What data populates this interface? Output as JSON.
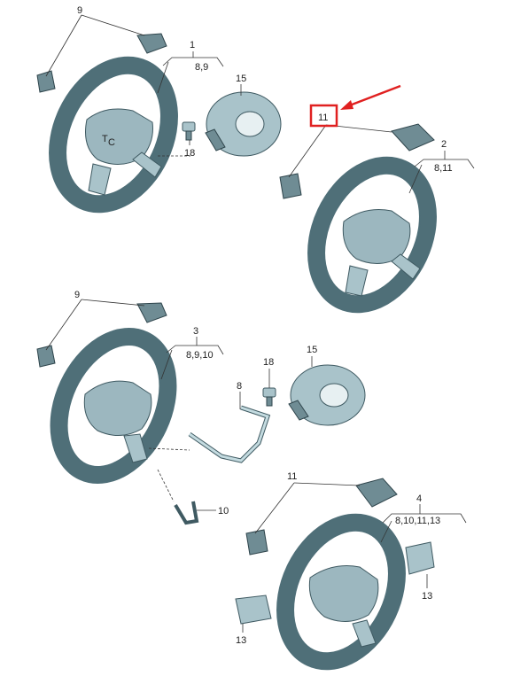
{
  "callouts": {
    "group1": {
      "num": "1",
      "sub": "8,9"
    },
    "group2": {
      "num": "2",
      "sub": "8,11"
    },
    "group3": {
      "num": "3",
      "sub": "8,9,10"
    },
    "group4": {
      "num": "4",
      "sub": "8,10,11,13"
    },
    "paddle_top": "9",
    "paddle_bottom": "9",
    "airbag_top": "15",
    "airbag_bottom": "15",
    "screw_top": "18",
    "screw_bottom": "18",
    "switch_top": "11",
    "switch_bottom": "11",
    "trim_top": "8",
    "trim_bottom": "10",
    "cover_right": "13",
    "cover_left": "13"
  },
  "highlight": {
    "color": "#e02020",
    "target": "switch_top"
  },
  "colors": {
    "part_fill": "#a9c3ca",
    "rim_fill": "#c4dbe0",
    "outline": "#3f5a62"
  }
}
